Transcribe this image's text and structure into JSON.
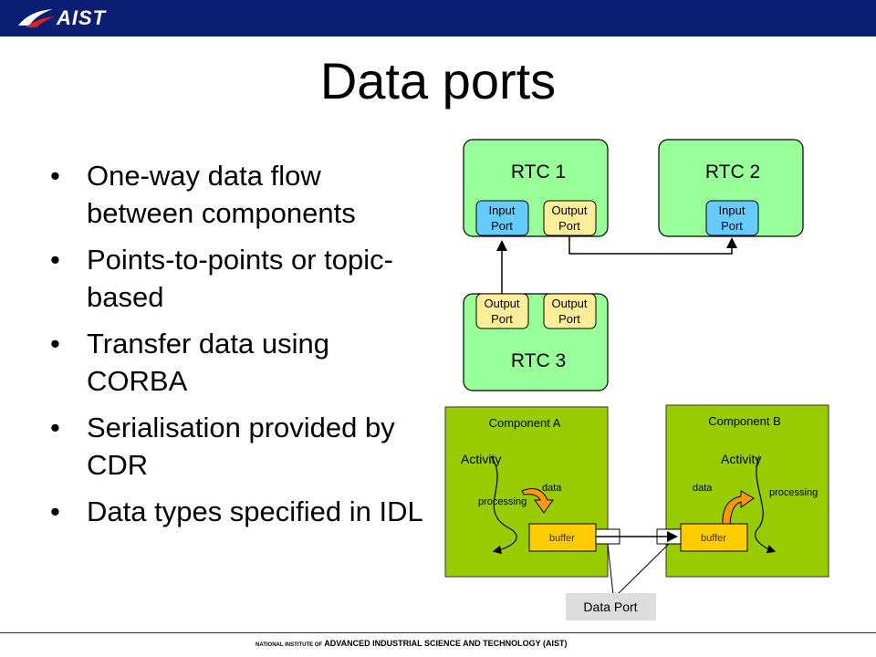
{
  "header": {
    "logo_text": "AIST",
    "brand_color": "#0a1f73"
  },
  "slide": {
    "title": "Data ports",
    "bullets": [
      "One-way data flow between components",
      "Points-to-points or topic-based",
      "Transfer data using CORBA",
      "Serialisation provided by CDR",
      "Data types specified in IDL"
    ]
  },
  "diagram": {
    "rtc1": {
      "label": "RTC 1",
      "input_port": [
        "Input",
        "Port"
      ],
      "output_port": [
        "Output",
        "Port"
      ]
    },
    "rtc2": {
      "label": "RTC 2",
      "input_port": [
        "Input",
        "Port"
      ]
    },
    "rtc3": {
      "label": "RTC 3",
      "output_port_1": [
        "Output",
        "Port"
      ],
      "output_port_2": [
        "Output",
        "Port"
      ]
    },
    "component_a": {
      "label": "Component A",
      "activity": "Activity",
      "data": "data",
      "processing": "processing",
      "buffer": "buffer"
    },
    "component_b": {
      "label": "Component B",
      "activity": "Activity",
      "data": "data",
      "processing": "processing",
      "buffer": "buffer"
    },
    "data_port_label": "Data Port",
    "colors": {
      "rtc_fill": "#99ff99",
      "input_port": "#66ccff",
      "output_port": "#ffee99",
      "component_fill": "#99cc00",
      "buffer_fill": "#ffcc00",
      "arrow_orange": "#ff9900"
    }
  },
  "footer": {
    "prefix": "NATIONAL INSTITUTE OF",
    "name": "ADVANCED INDUSTRIAL SCIENCE AND TECHNOLOGY (AIST)"
  }
}
